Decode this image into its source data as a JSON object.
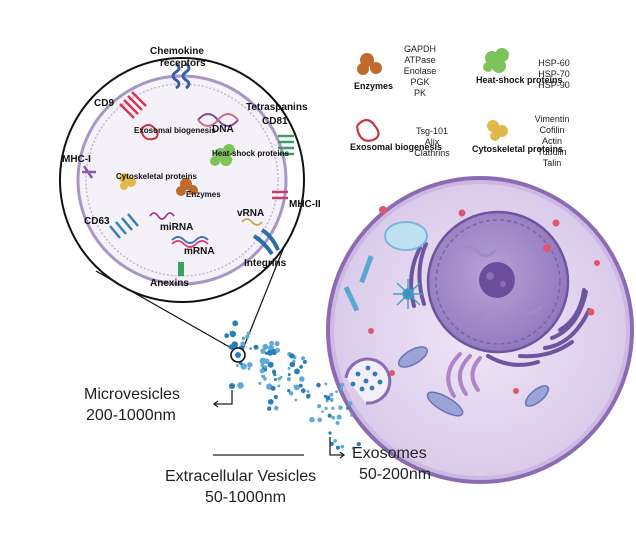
{
  "vesicle": {
    "labels": {
      "chemokine_receptors": "Chemokine",
      "receptors": "receptors",
      "cd9": "CD9",
      "tetraspanins": "Tetraspanins",
      "cd81": "CD81",
      "dna": "DNA",
      "exosomal_biogenesis": "Exosomal biogenesis",
      "heat_shock_proteins": "Heat-shock proteins",
      "mhc_i": "MHC-I",
      "cytoskeletal_proteins": "Cytoskeletal proteins",
      "enzymes": "Enzymes",
      "mhc_ii": "MHC-II",
      "vrna": "vRNA",
      "cd63": "CD63",
      "mirna": "miRNA",
      "mrna": "mRNA",
      "integrins": "Integrins",
      "anexins": "Anexins"
    }
  },
  "legend": {
    "enzymes": {
      "name": "Enzymes",
      "items": [
        "GAPDH",
        "ATPase",
        "Enolase",
        "PGK",
        "PK"
      ]
    },
    "heat_shock": {
      "name": "Heat-shock proteins",
      "items": [
        "HSP-60",
        "HSP-70",
        "HSP-90"
      ]
    },
    "exosomal_biogenesis": {
      "name": "Exosomal biogenesis",
      "items": [
        "Tsg-101",
        "Alix",
        "Clathrins"
      ]
    },
    "cytoskeletal": {
      "name": "Cytoskeletal proteins",
      "items": [
        "Vimentin",
        "Cofilin",
        "Actin",
        "Tubulin",
        "Talin"
      ]
    }
  },
  "sizes": {
    "microvesicles": {
      "name": "Microvesicles",
      "range": "200-1000nm"
    },
    "exosomes": {
      "name": "Exosomes",
      "range": "50-200nm"
    },
    "extracellular_vesicles": {
      "name": "Extracellular Vesicles",
      "range": "50-1000nm"
    }
  },
  "colors": {
    "vesicle_blue": "#2a7db6",
    "cell_membrane": "#8b6cb3",
    "nucleus": "#8f76bd"
  }
}
